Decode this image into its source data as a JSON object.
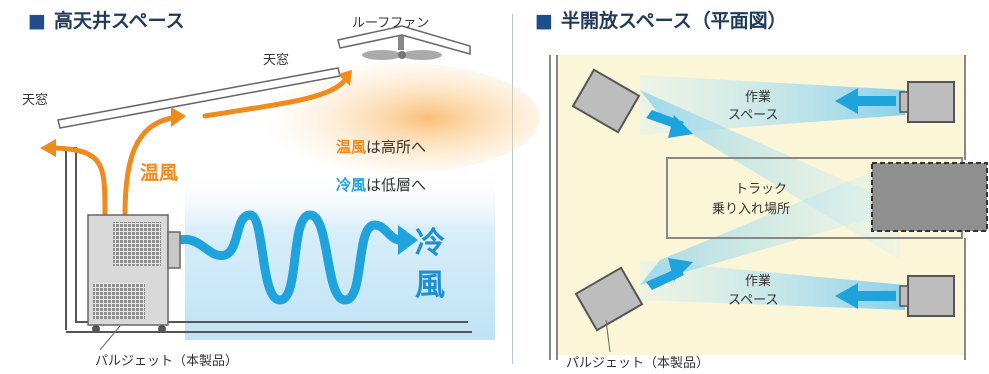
{
  "left_panel": {
    "title": "高天井スペース",
    "roof_fan": "ルーフファン",
    "skylight_upper": "天窓",
    "skylight_left": "天窓",
    "warm_air": "温風",
    "warm_caption_em": "温風",
    "warm_caption_rest": "は高所へ",
    "cool_caption_em": "冷風",
    "cool_caption_rest": "は低層へ",
    "cool_big_1": "冷",
    "cool_big_2": "風",
    "product_label": "パルジェット（本製品）"
  },
  "right_panel": {
    "title": "半開放スペース（平面図）",
    "work_line1": "作業",
    "work_line2": "スペース",
    "work2_line1": "作業",
    "work2_line2": "スペース",
    "truck_line1": "トラック",
    "truck_line2": "乗り入れ場所",
    "product_label": "パルジェット（本製品）"
  },
  "colors": {
    "title_square": "#1f4e8a",
    "warm_orange": "#f08a1c",
    "cool_blue": "#1ea3dc",
    "light_yellow": "#fbf6d8",
    "machine_gray": "#9a9a9a"
  }
}
